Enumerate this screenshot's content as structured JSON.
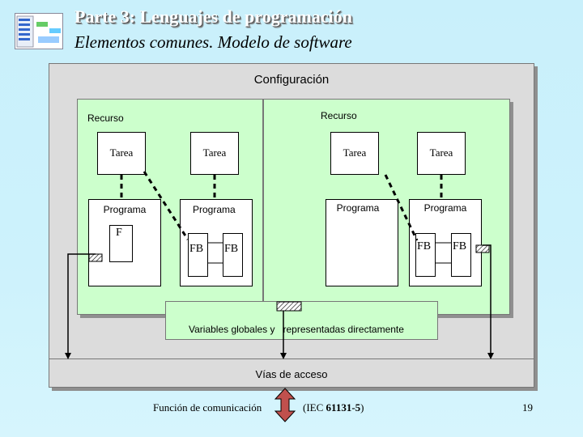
{
  "header": {
    "title": "Parte 3: Lenguajes de programación",
    "subtitle": "Elementos comunes. Modelo de software"
  },
  "diagram": {
    "configuration_label": "Configuración",
    "resource_left_label": "Recurso",
    "resource_right_label": "Recurso",
    "tasks": [
      "Tarea",
      "Tarea",
      "Tarea",
      "Tarea"
    ],
    "programs": [
      "Programa",
      "Programa",
      "Programa",
      "Programa"
    ],
    "f_label": "F",
    "fb_labels": [
      "FB",
      "FB",
      "FB",
      "FB"
    ],
    "global_vars_label": "Variables globales y   representadas directamente",
    "access_paths_label": "Vías de acceso",
    "comm_function_label": "Función de comunicación",
    "standard_label_prefix": "(IEC ",
    "standard_label_number": "61131-5",
    "standard_label_suffix": ")"
  },
  "footer": {
    "page_number": "19"
  },
  "colors": {
    "background": "#ccf0fb",
    "resource_fill": "#ccffcc",
    "configuration_fill": "#dcdcdc",
    "arrow_fill": "#c0504d"
  }
}
